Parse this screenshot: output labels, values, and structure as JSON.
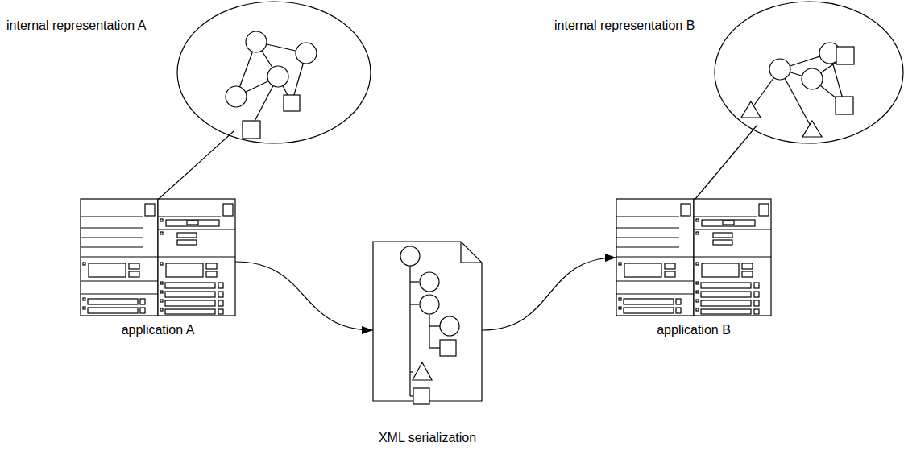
{
  "diagram": {
    "nodes": [
      {
        "text": [
          "internal representation A"
        ]
      },
      {
        "text": [
          "internal representation B"
        ]
      },
      {
        "text": [
          "application A"
        ]
      },
      {
        "text": [
          "XML serialization"
        ]
      },
      {
        "text": [
          "application B"
        ]
      }
    ],
    "edges": [
      {
        "from": 0,
        "to": 2,
        "arrow": "none"
      },
      {
        "from": 2,
        "to": 3,
        "arrow": "to"
      },
      {
        "from": 3,
        "to": 4,
        "arrow": "to"
      },
      {
        "from": 1,
        "to": 4,
        "arrow": "none"
      }
    ]
  }
}
